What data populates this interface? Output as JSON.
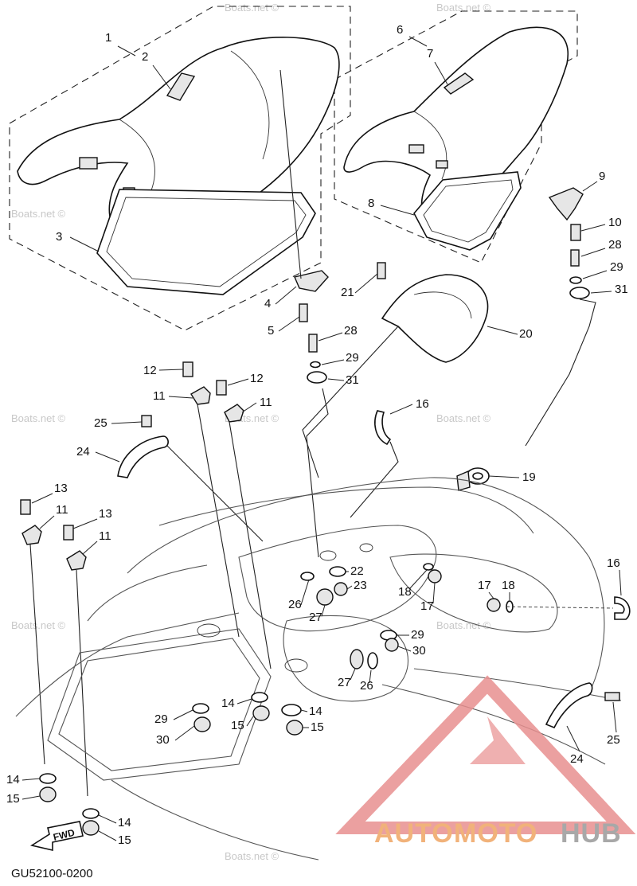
{
  "diagram": {
    "code": "GU52100-0200",
    "fwd_label": "FWD",
    "watermark": "Boats.net ©",
    "logo": {
      "part1": "AUTO",
      "part2": "MOTO",
      "part3": "HUB",
      "color_primary": "#f1b27a",
      "color_secondary": "#a8a8a8",
      "triangle_color": "#e88f8f"
    },
    "callouts": [
      {
        "id": "c1",
        "label": "1"
      },
      {
        "id": "c2",
        "label": "2"
      },
      {
        "id": "c3",
        "label": "3"
      },
      {
        "id": "c4",
        "label": "4"
      },
      {
        "id": "c5",
        "label": "5"
      },
      {
        "id": "c6",
        "label": "6"
      },
      {
        "id": "c7",
        "label": "7"
      },
      {
        "id": "c8",
        "label": "8"
      },
      {
        "id": "c9",
        "label": "9"
      },
      {
        "id": "c10",
        "label": "10"
      },
      {
        "id": "c28a",
        "label": "28"
      },
      {
        "id": "c29a",
        "label": "29"
      },
      {
        "id": "c31a",
        "label": "31"
      },
      {
        "id": "c21",
        "label": "21"
      },
      {
        "id": "c20",
        "label": "20"
      },
      {
        "id": "c28b",
        "label": "28"
      },
      {
        "id": "c29b",
        "label": "29"
      },
      {
        "id": "c31b",
        "label": "31"
      },
      {
        "id": "c12a",
        "label": "12"
      },
      {
        "id": "c12b",
        "label": "12"
      },
      {
        "id": "c11a",
        "label": "11"
      },
      {
        "id": "c11b",
        "label": "11"
      },
      {
        "id": "c16a",
        "label": "16"
      },
      {
        "id": "c25a",
        "label": "25"
      },
      {
        "id": "c24a",
        "label": "24"
      },
      {
        "id": "c19",
        "label": "19"
      },
      {
        "id": "c13a",
        "label": "13"
      },
      {
        "id": "c11c",
        "label": "11"
      },
      {
        "id": "c13b",
        "label": "13"
      },
      {
        "id": "c11d",
        "label": "11"
      },
      {
        "id": "c22",
        "label": "22"
      },
      {
        "id": "c23",
        "label": "23"
      },
      {
        "id": "c26a",
        "label": "26"
      },
      {
        "id": "c27a",
        "label": "27"
      },
      {
        "id": "c18a",
        "label": "18"
      },
      {
        "id": "c17a",
        "label": "17"
      },
      {
        "id": "c17b",
        "label": "17"
      },
      {
        "id": "c18b",
        "label": "18"
      },
      {
        "id": "c16b",
        "label": "16"
      },
      {
        "id": "c29c",
        "label": "29"
      },
      {
        "id": "c30a",
        "label": "30"
      },
      {
        "id": "c27b",
        "label": "27"
      },
      {
        "id": "c26b",
        "label": "26"
      },
      {
        "id": "c14a",
        "label": "14"
      },
      {
        "id": "c14b",
        "label": "14"
      },
      {
        "id": "c29d",
        "label": "29"
      },
      {
        "id": "c15a",
        "label": "15"
      },
      {
        "id": "c15b",
        "label": "15"
      },
      {
        "id": "c30b",
        "label": "30"
      },
      {
        "id": "c25b",
        "label": "25"
      },
      {
        "id": "c24b",
        "label": "24"
      },
      {
        "id": "c14c",
        "label": "14"
      },
      {
        "id": "c15c",
        "label": "15"
      },
      {
        "id": "c14d",
        "label": "14"
      },
      {
        "id": "c15d",
        "label": "15"
      }
    ]
  }
}
